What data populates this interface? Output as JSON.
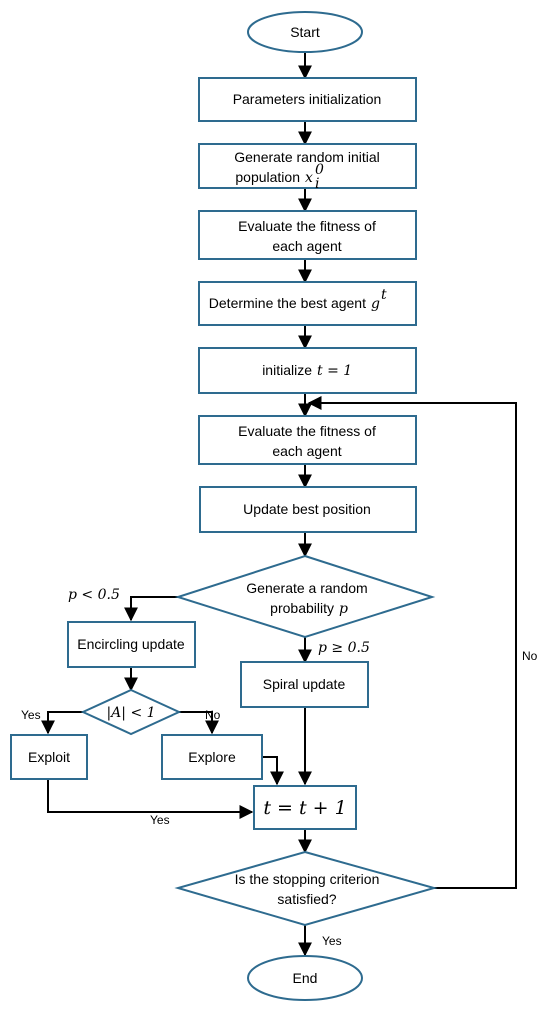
{
  "colors": {
    "shape_stroke": "#2e6b8f",
    "edge": "#000000",
    "background": "#ffffff"
  },
  "nodes": {
    "start": "Start",
    "params_init": "Parameters initialization",
    "gen_pop_line1": "Generate random initial",
    "gen_pop_line2": "population",
    "gen_pop_math": "x",
    "gen_pop_sub": "i",
    "gen_pop_sup": "0",
    "eval1_line1": "Evaluate the fitness of",
    "eval1_line2": "each agent",
    "best_agent": "Determine the best agent",
    "best_agent_math": "g",
    "best_agent_sup": "t",
    "init_t_text": "initialize",
    "init_t_math": "t = 1",
    "eval2_line1": "Evaluate the fitness of",
    "eval2_line2": "each agent",
    "update_best": "Update best position",
    "gen_prob_line1": "Generate a random",
    "gen_prob_line2": "probability",
    "gen_prob_math": "p",
    "encircling": "Encircling update",
    "abs_a_cond": "|A| < 1",
    "spiral": "Spiral update",
    "exploit": "Exploit",
    "explore": "Explore",
    "t_incr": "t = t + 1",
    "stop_line1": "Is the stopping criterion",
    "stop_line2": "satisfied?",
    "end": "End"
  },
  "edge_labels": {
    "p_lt": "p < 0.5",
    "p_ge": "p ≥ 0.5",
    "yes_exploit": "Yes",
    "no_explore": "No",
    "yes_merge": "Yes",
    "no_loop": "No",
    "yes_end": "Yes"
  }
}
